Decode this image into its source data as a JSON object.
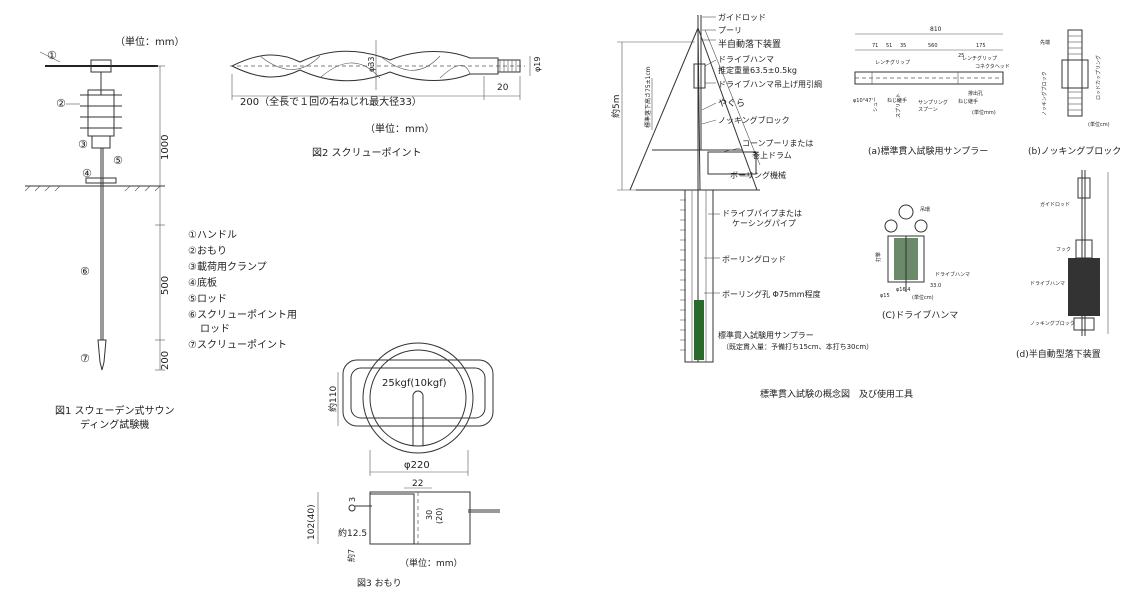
{
  "fig1": {
    "unit": "（単位：mm）",
    "caption_line1": "図1 スウェーデン式サウン",
    "caption_line2": "ディング試験機",
    "dims": [
      "1000",
      "500",
      "200"
    ],
    "callouts": [
      "①",
      "②",
      "③",
      "④",
      "⑤",
      "⑥",
      "⑦"
    ],
    "legend": [
      "①ハンドル",
      "②おもり",
      "③載荷用クランプ",
      "④底板",
      "⑤ロッド",
      "⑥スクリューポイント用",
      "ロッド",
      "⑦スクリューポイント"
    ]
  },
  "fig2": {
    "dim_length": "200（全長で１回の右ねじれ最大径33）",
    "dim_20": "20",
    "dim_33": "φ33",
    "dim_19": "φ19",
    "unit": "（単位：mm）",
    "caption": "図2 スクリューポイント"
  },
  "fig3": {
    "weight": "25kgf(10kgf)",
    "dim_110": "約110",
    "dim_220": "φ220",
    "dim_22": "22",
    "dim_3": "3",
    "dim_30": "30",
    "dim_20": "(20)",
    "dim_102": "102(40)",
    "dim_125": "約12.5",
    "dim_7": "約7",
    "unit": "（単位：mm）",
    "caption": "図3 おもり"
  },
  "spt": {
    "labels": [
      "ガイドロッド",
      "プーリ",
      "半自動落下装置",
      "ドライブハンマ",
      "推定重量63.5±0.5kg",
      "ドライブハンマ吊上げ用引綱",
      "やぐら",
      "ノッキングブロック",
      "コーンプーリまたは",
      "巻上ドラム",
      "ボーリング機械",
      "ドライブパイプまたは",
      "ケーシングパイプ",
      "ボーリングロッド",
      "ボーリング孔 Φ75mm程度",
      "標準貫入試験用サンプラー",
      "（既定貫入量：予備打ち15cm、本打ち30cm）"
    ],
    "height": "約5m",
    "drop": "標準落下高さ75±1cm",
    "title": "標準貫入試験の概念図　及び使用工具",
    "sampler_caption": "(a)標準貫入試験用サンプラー",
    "knock_caption": "(b)ノッキングブロック",
    "hammer_caption": "(C)ドライブハンマ",
    "auto_caption": "(d)半自動型落下装置",
    "sampler_dims": [
      "810",
      "71",
      "51",
      "35",
      "560",
      "25",
      "175"
    ],
    "sampler_notes": [
      "レンチグリップ",
      "レンチグリップ",
      "コネクタヘッド",
      "シュー",
      "ねじ継手",
      "スプリット",
      "サンプリング",
      "スプーン",
      "排出孔",
      "ねじ継手",
      "(単位mm)",
      "φ10°47'"
    ],
    "knock_notes": [
      "先端",
      "ロッドカップリング",
      "ノッキングブロック",
      "(単位cm)"
    ],
    "hammer_notes": [
      "吊環",
      "ドライブハンマ",
      "打撃",
      "φ16.4",
      "φ15",
      "33.0",
      "(単位cm)"
    ],
    "auto_notes": [
      "ガイドロッド",
      "フック",
      "ドライブハンマ",
      "ノッキングブロック"
    ]
  }
}
